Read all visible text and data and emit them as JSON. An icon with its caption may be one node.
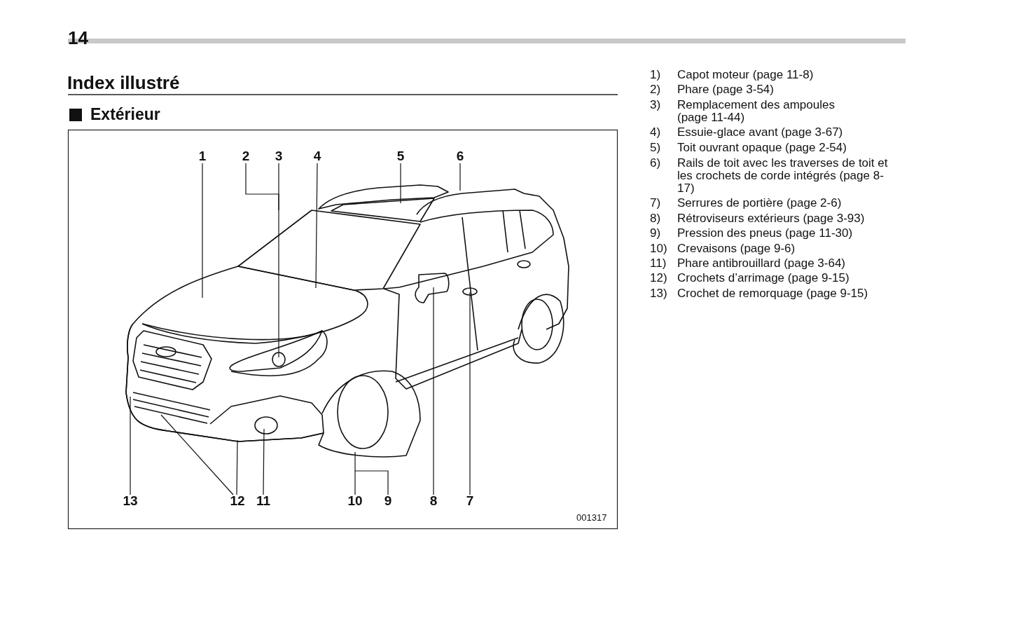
{
  "diagram": {
    "title": "Index illustré",
    "nodes": [
      {
        "text": [
          "1"
        ]
      },
      {
        "text": [
          "2"
        ]
      },
      {
        "text": [
          "3"
        ]
      },
      {
        "text": [
          "4"
        ]
      },
      {
        "text": [
          "5"
        ]
      },
      {
        "text": [
          "6"
        ]
      },
      {
        "text": [
          "13"
        ]
      },
      {
        "text": [
          "12"
        ]
      },
      {
        "text": [
          "11"
        ]
      },
      {
        "text": [
          "10"
        ]
      },
      {
        "text": [
          "9"
        ]
      },
      {
        "text": [
          "8"
        ]
      },
      {
        "text": [
          "7"
        ]
      }
    ],
    "edges": [
      {
        "from": 0,
        "to": null,
        "arrow": "none"
      },
      {
        "from": 1,
        "to": null,
        "arrow": "none"
      },
      {
        "from": 2,
        "to": null,
        "arrow": "none"
      },
      {
        "from": 3,
        "to": null,
        "arrow": "none"
      },
      {
        "from": 4,
        "to": null,
        "arrow": "none"
      },
      {
        "from": 5,
        "to": null,
        "arrow": "none"
      },
      {
        "from": 6,
        "to": null,
        "arrow": "none"
      },
      {
        "from": 7,
        "to": null,
        "arrow": "none"
      },
      {
        "from": 7,
        "to": null,
        "arrow": "none"
      },
      {
        "from": 8,
        "to": null,
        "arrow": "none"
      },
      {
        "from": 9,
        "to": null,
        "arrow": "none"
      },
      {
        "from": 10,
        "to": null,
        "arrow": "none"
      },
      {
        "from": 11,
        "to": null,
        "arrow": "none"
      },
      {
        "from": 12,
        "to": null,
        "arrow": "none"
      }
    ],
    "labels": [
      "14",
      "Extérieur",
      "001317",
      "1)",
      "Capot moteur (page 11-8)",
      "2)",
      "Phare (page 3-54)",
      "3)",
      "Remplacement des ampoules (page 11-44)",
      "4)",
      "Essuie-glace avant (page 3-67)",
      "5)",
      "Toit ouvrant opaque (page 2-54)",
      "6)",
      "Rails de toit avec les traverses de toit et les crochets de corde intégrés (page 8-17)",
      "7)",
      "Serrures de portière (page 2-6)",
      "8)",
      "Rétroviseurs extérieurs (page 3-93)",
      "9)",
      "Pression des pneus (page 11-30)",
      "10)",
      "Crevaisons (page 9-6)",
      "11)",
      "Phare antibrouillard (page 3-64)",
      "12)",
      "Crochets d’arrimage (page 9-15)",
      "13)",
      "Crochet de remorquage (page 9-15)"
    ]
  }
}
